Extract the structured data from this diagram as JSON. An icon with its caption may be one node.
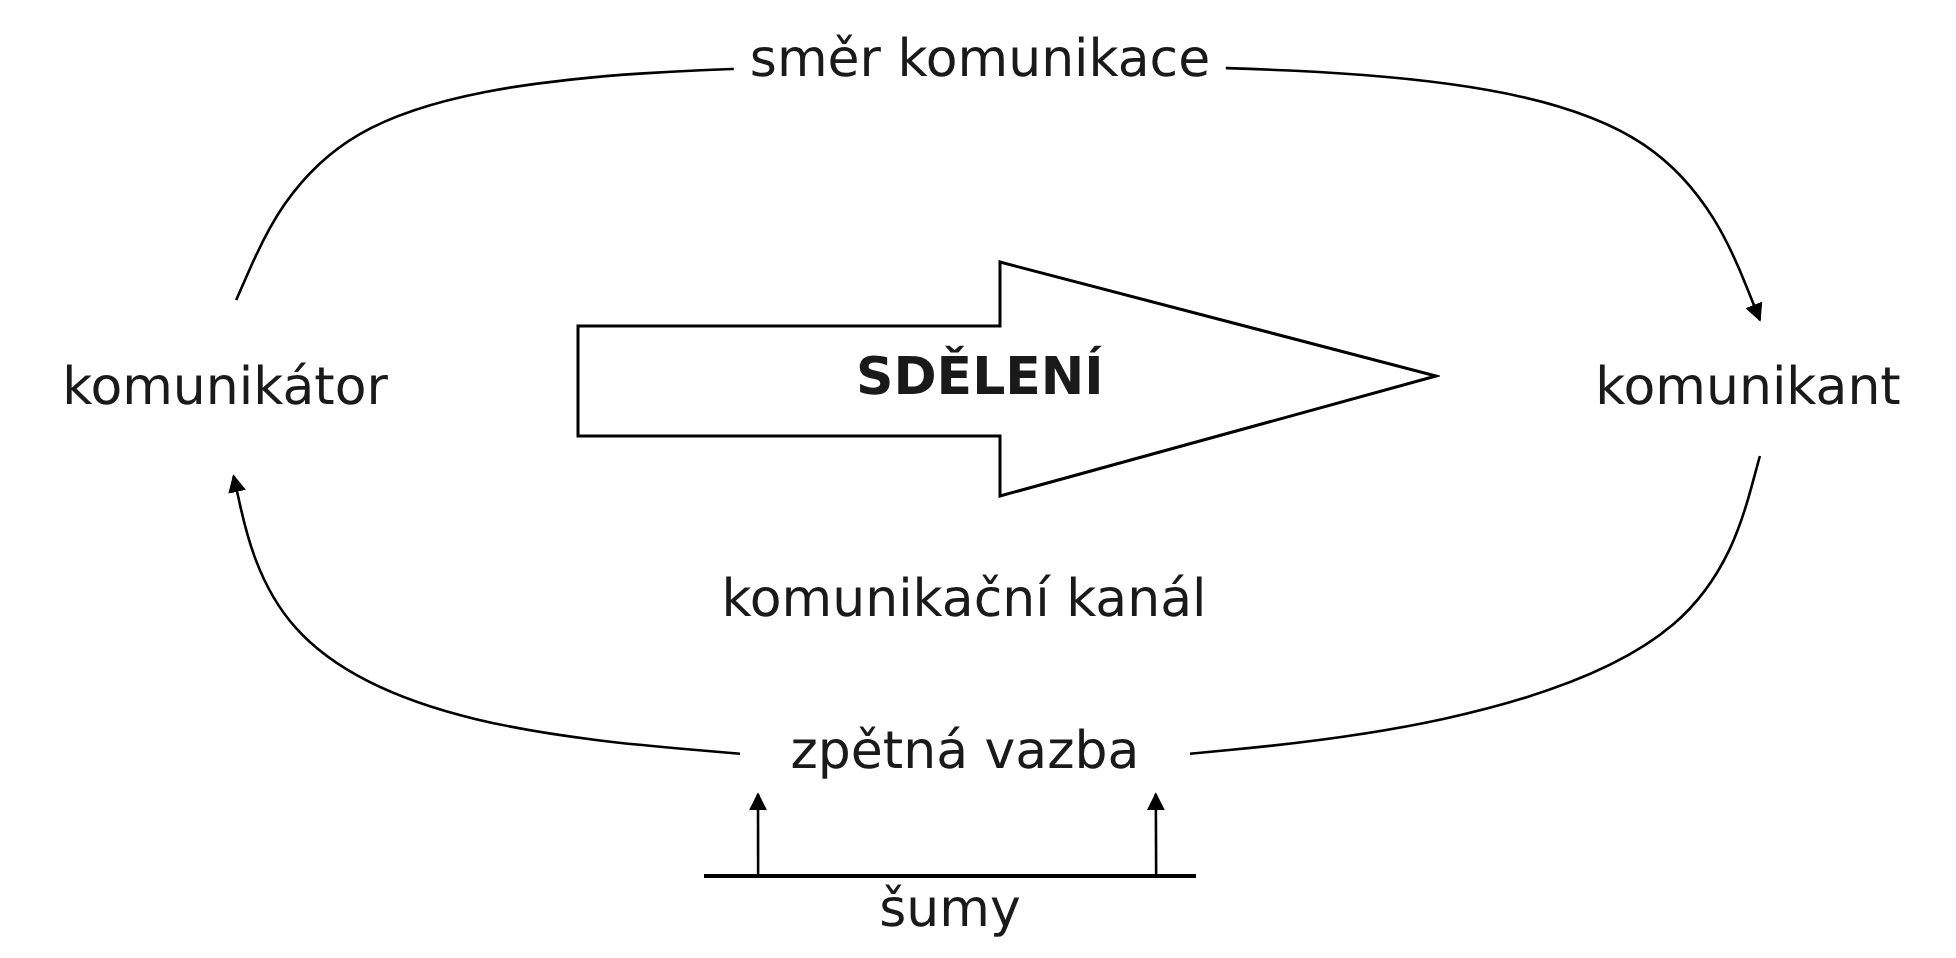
{
  "diagram": {
    "nodes": [
      {
        "text": [
          "komunikátor"
        ]
      },
      {
        "text": [
          "komunikant"
        ]
      },
      {
        "text": [
          "SDĚLENÍ"
        ]
      },
      {
        "text": [
          "zpětná vazba"
        ]
      },
      {
        "text": [
          "šumy"
        ]
      }
    ],
    "edges": [
      {
        "from": 0,
        "to": 1,
        "arrow": "to",
        "label": "směr komunikace"
      },
      {
        "from": 1,
        "to": 3,
        "arrow": "none"
      },
      {
        "from": 3,
        "to": 0,
        "arrow": "to"
      },
      {
        "from": 4,
        "to": 3,
        "arrow": "to"
      },
      {
        "from": 4,
        "to": 3,
        "arrow": "to"
      }
    ],
    "labels": [
      "komunikační kanál"
    ]
  }
}
